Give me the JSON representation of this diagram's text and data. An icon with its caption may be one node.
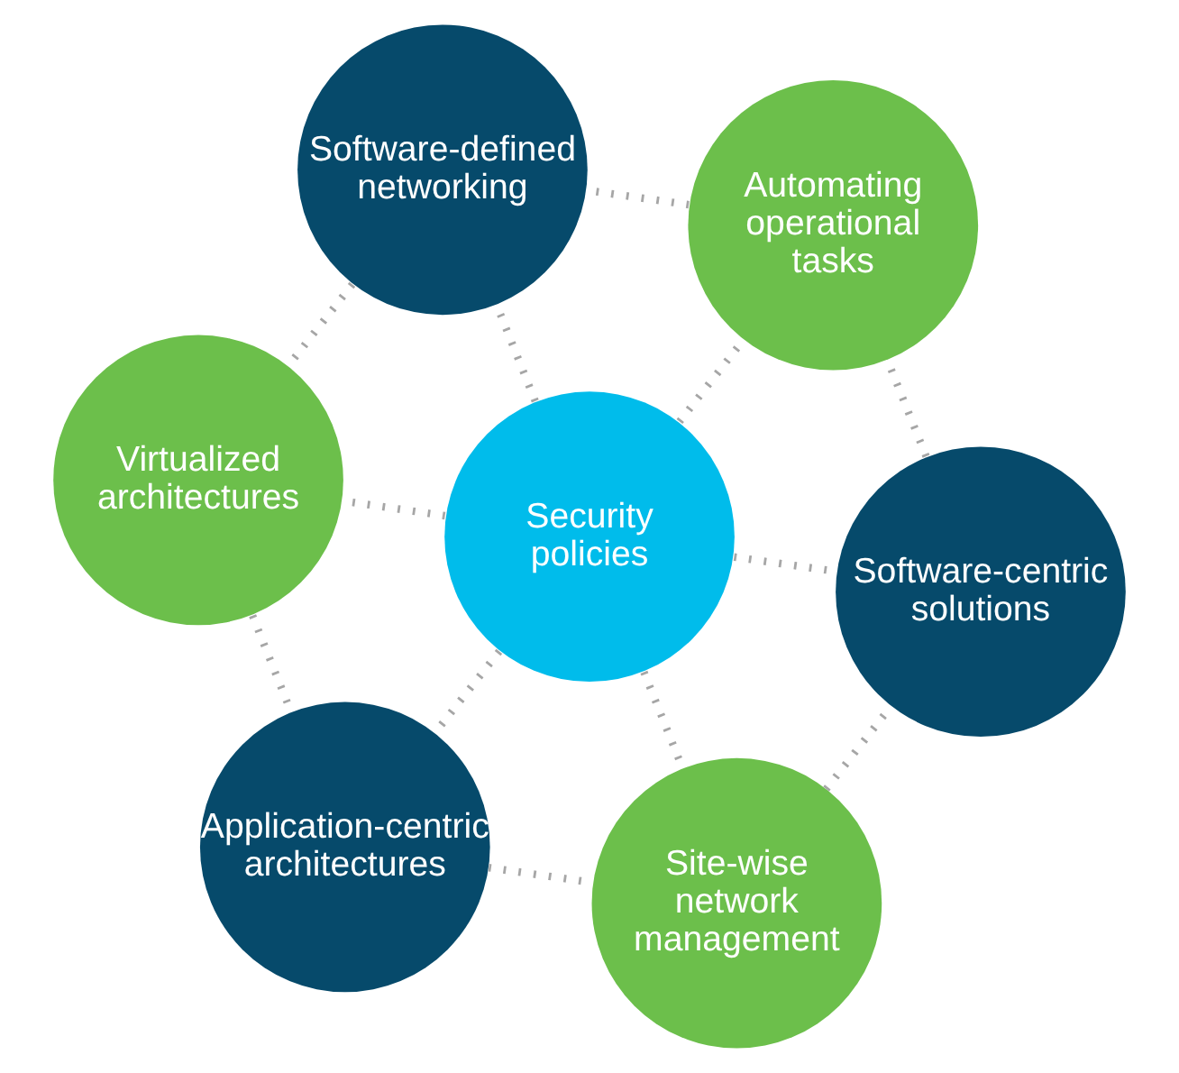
{
  "diagram": {
    "nodes": [
      {
        "text": [
          "Security policies"
        ]
      },
      {
        "text": [
          "Site-wise network management"
        ]
      },
      {
        "text": [
          "Software-centric solutions"
        ]
      },
      {
        "text": [
          "Automating operational tasks"
        ]
      },
      {
        "text": [
          "Software-defined networking"
        ]
      },
      {
        "text": [
          "Virtualized architectures"
        ]
      },
      {
        "text": [
          "Application-centric architectures"
        ]
      }
    ],
    "edges": [
      {
        "from": 1,
        "to": 2,
        "arrow": "none"
      },
      {
        "from": 2,
        "to": 3,
        "arrow": "none"
      },
      {
        "from": 3,
        "to": 4,
        "arrow": "none"
      },
      {
        "from": 4,
        "to": 5,
        "arrow": "none"
      },
      {
        "from": 5,
        "to": 6,
        "arrow": "none"
      },
      {
        "from": 6,
        "to": 1,
        "arrow": "none"
      },
      {
        "from": 0,
        "to": 1,
        "arrow": "none"
      },
      {
        "from": 0,
        "to": 2,
        "arrow": "none"
      },
      {
        "from": 0,
        "to": 3,
        "arrow": "none"
      },
      {
        "from": 0,
        "to": 4,
        "arrow": "none"
      },
      {
        "from": 0,
        "to": 5,
        "arrow": "none"
      },
      {
        "from": 0,
        "to": 6,
        "arrow": "none"
      }
    ]
  }
}
